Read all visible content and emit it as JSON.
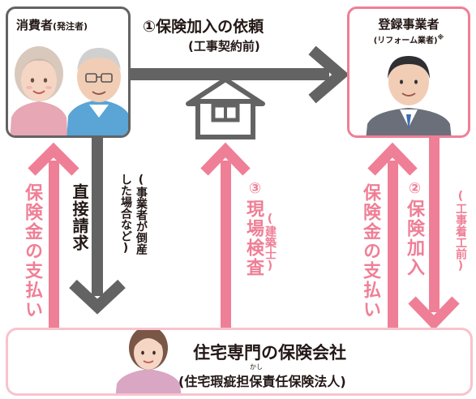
{
  "colors": {
    "gray": "#636363",
    "pink": "#ef7f96",
    "pink_light": "#f7c3cd",
    "text": "#231815"
  },
  "consumer": {
    "title": "消費者",
    "note": "(発注者)"
  },
  "contractor": {
    "title": "登録事業者",
    "note": "(リフォーム業者)",
    "asterisk": "※"
  },
  "request": {
    "label": "①保険加入の依頼",
    "note": "(工事契約前)"
  },
  "house_icon": "house-icon",
  "direct_claim": {
    "label": "直接請求",
    "note_line1": "(事業者が倒産",
    "note_line2": "した場合など)"
  },
  "payment_left": "保険金の支払い",
  "inspection": {
    "label_line1": "③",
    "label_line2": "現場検査",
    "note": "(建築士)"
  },
  "payment_right": "保険金の支払い",
  "enroll": {
    "label_line1": "②",
    "label_line2": "保険加入",
    "note": "(工事着工前)"
  },
  "insurer": {
    "title": "住宅専門の保険会社",
    "subtitle": "(住宅瑕疵担保責任保険法人)",
    "ruby": "かし"
  }
}
